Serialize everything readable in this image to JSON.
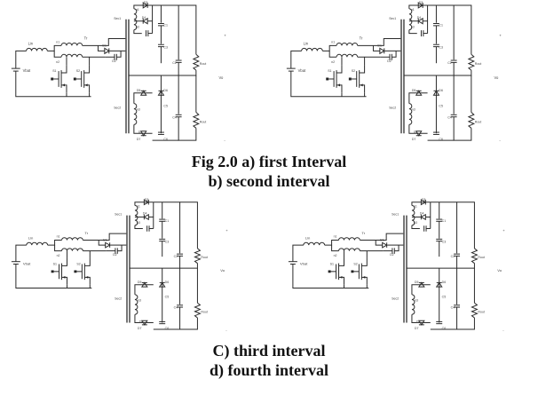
{
  "captions": {
    "top_line1": "Fig 2.0 a) first Interval",
    "top_line2": "b) second interval",
    "bottom_line1": "C) third interval",
    "bottom_line2": "d) fourth interval"
  },
  "circuit_labels": {
    "inductor": "Lin",
    "source": "Vbat",
    "transformer": "Tr",
    "winding_a": "n1",
    "winding_b": "n2",
    "winding_c": "n3",
    "clamp_diode": "D1",
    "clamp_diode_2": "D2",
    "switch_1": "S1",
    "switch_2": "S2",
    "secondary_1": "Sec1",
    "secondary_2": "Sec2",
    "d3": "D3",
    "d4": "D4",
    "d5": "D5",
    "d6": "D6",
    "d7": "D7",
    "d8": "D8",
    "c1": "C1",
    "c2": "C2",
    "c3": "C3",
    "c4": "C4",
    "c5": "C5",
    "c6": "C6",
    "rout": "Rout",
    "vo": "Vo",
    "plus": "+",
    "minus": "-"
  }
}
